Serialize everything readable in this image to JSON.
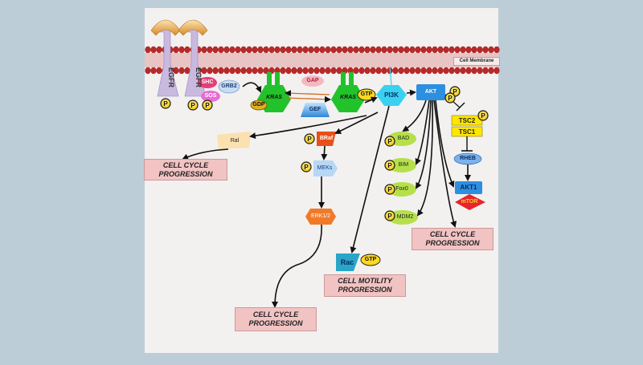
{
  "membrane": {
    "label": "Cell Membrane"
  },
  "receptors": {
    "left": "EGFR",
    "right": "EGFR"
  },
  "phospho": "P",
  "proteins": {
    "shc": "SHC",
    "grb2": "GRB2",
    "sos": "SOS",
    "kras_left": "KRAS",
    "kras_right": "KRAS",
    "gdp": "GDP",
    "gtp": "GTP",
    "gap": "GAP",
    "gef": "GEF",
    "pi3k": "PI3K",
    "akt": "AKT",
    "tsc2": "TSC2",
    "tsc1": "TSC1",
    "rheb": "RHEB",
    "akt1": "AKT1",
    "mtor": "mTOR",
    "bad": "BAD",
    "bim": "BIM",
    "foxo": "Fox0",
    "mdm2": "MDM2",
    "ral": "Ral",
    "braf": "BRaf",
    "mek": "MEKs",
    "erk": "ERK1/2",
    "rac": "Rac",
    "rac_gtp": "GTP"
  },
  "outcomes": {
    "ral_line1": "CELL CYCLE",
    "ral_line2": "PROGRESSION",
    "erk_line1": "CELL CYCLE",
    "erk_line2": "PROGRESSION",
    "rac_line1": "CELL MOTILITY",
    "rac_line2": "PROGRESSION",
    "akt_line1": "CELL CYCLE",
    "akt_line2": "PROGRESSION"
  },
  "colors": {
    "background": "#bccdd8",
    "panel": "#f2f1f0",
    "membrane": "#b52a2a",
    "kras": "#22c22a",
    "pi3k": "#3ad0f0",
    "akt": "#2d8fe0",
    "tsc": "#ffe600",
    "mtor": "#e8242a",
    "leaf": "#b6e04a",
    "braf": "#e8501a",
    "erk": "#f07a2a",
    "outcome_box": "#f2c3c3"
  }
}
